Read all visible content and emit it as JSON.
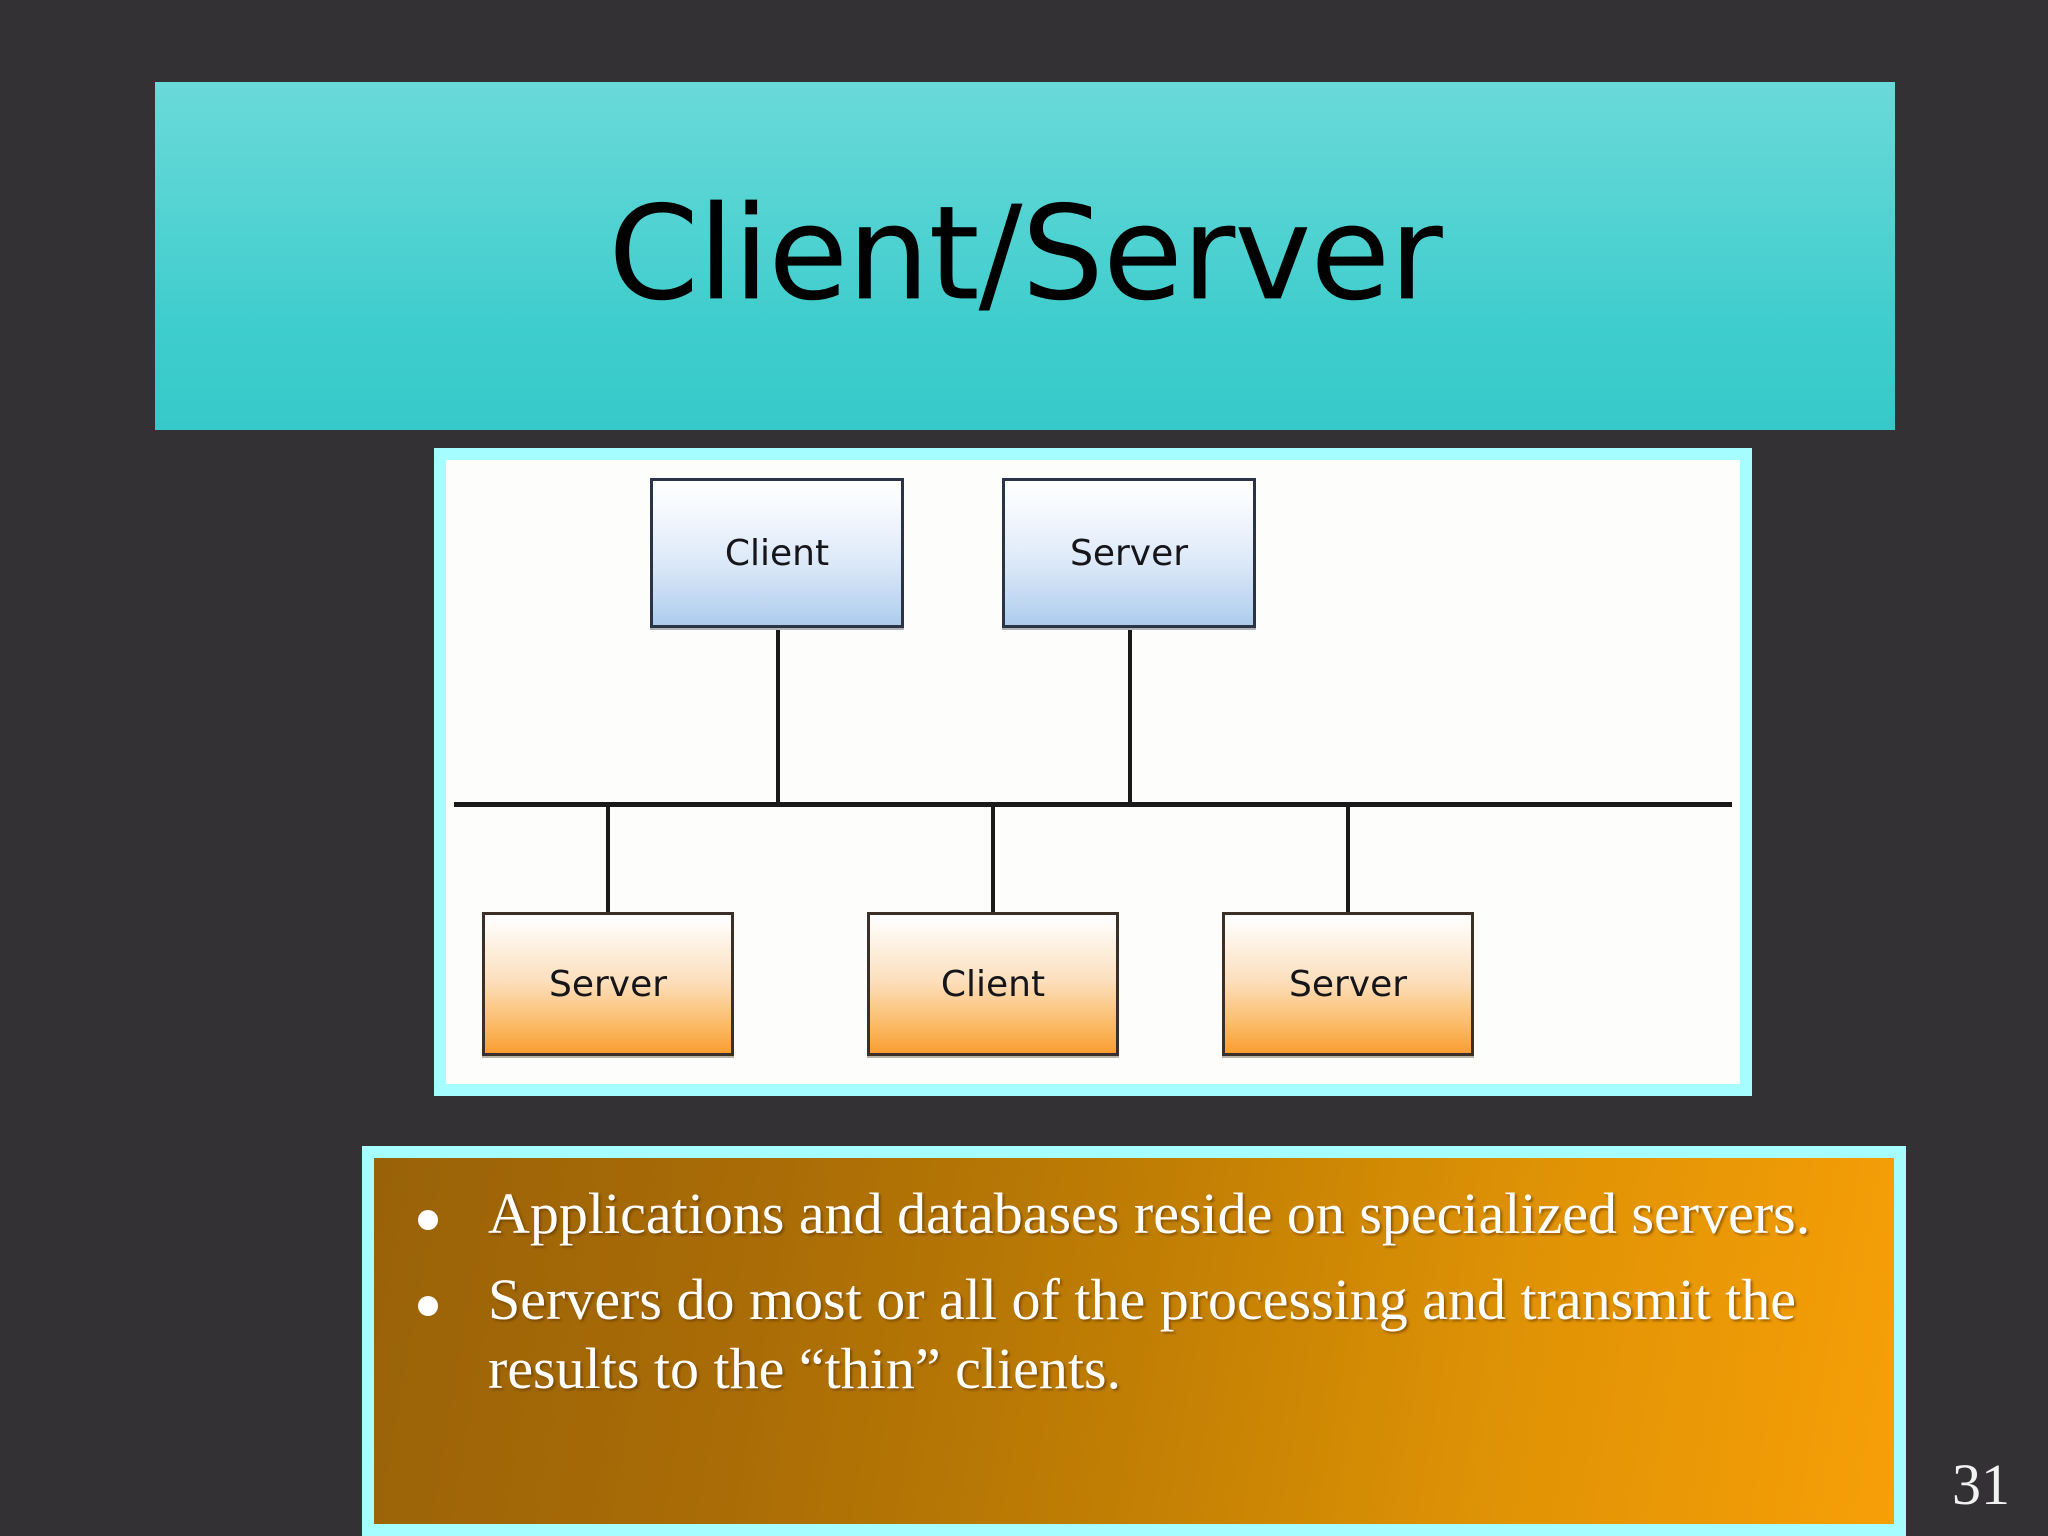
{
  "slide": {
    "title": "Client/Server",
    "page_number": "31",
    "background_color": "#333133",
    "title_banner_color": "#4ed0d0",
    "frame_border_color": "#a6fdff",
    "bullet_panel_color": "#c07e04"
  },
  "diagram": {
    "top_row": [
      {
        "label": "Client",
        "style": "blue"
      },
      {
        "label": "Server",
        "style": "blue"
      }
    ],
    "bottom_row": [
      {
        "label": "Server",
        "style": "orange"
      },
      {
        "label": "Client",
        "style": "orange"
      },
      {
        "label": "Server",
        "style": "orange"
      }
    ]
  },
  "bullets": [
    "Applications and databases reside on specialized servers.",
    "Servers do most or all of the processing and transmit the results to the “thin” clients."
  ]
}
